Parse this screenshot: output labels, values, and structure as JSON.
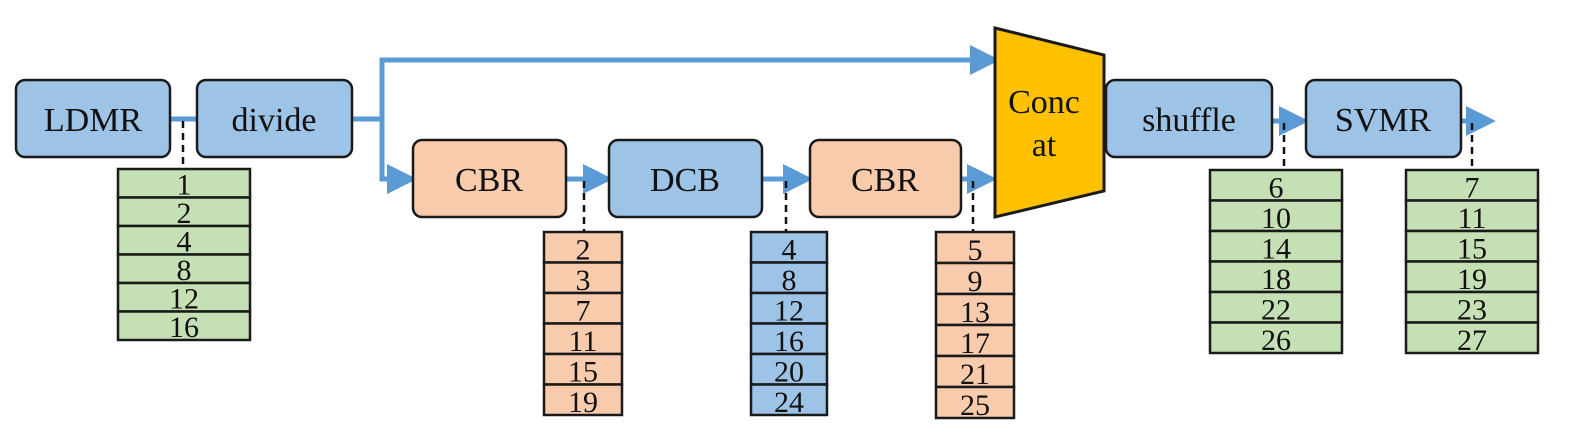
{
  "colors": {
    "blue_block": "#9dc3e6",
    "orange_block": "#f8cbad",
    "green_cell": "#c5e0b4",
    "concat_fill": "#ffc000",
    "arrow": "#5b9bd5",
    "outline": "#1a1a1a"
  },
  "blocks": {
    "ldmr": "LDMR",
    "divide": "divide",
    "cbr1": "CBR",
    "dcb": "DCB",
    "cbr2": "CBR",
    "shuffle": "shuffle",
    "svmr": "SVMR"
  },
  "concat": {
    "line1": "Conc",
    "line2": "at"
  },
  "tables": {
    "t1": [
      "1",
      "2",
      "4",
      "8",
      "12",
      "16"
    ],
    "t2": [
      "2",
      "3",
      "7",
      "11",
      "15",
      "19"
    ],
    "t3": [
      "4",
      "8",
      "12",
      "16",
      "20",
      "24"
    ],
    "t4": [
      "5",
      "9",
      "13",
      "17",
      "21",
      "25"
    ],
    "t5": [
      "6",
      "10",
      "14",
      "18",
      "22",
      "26"
    ],
    "t6": [
      "7",
      "11",
      "15",
      "19",
      "23",
      "27"
    ]
  }
}
